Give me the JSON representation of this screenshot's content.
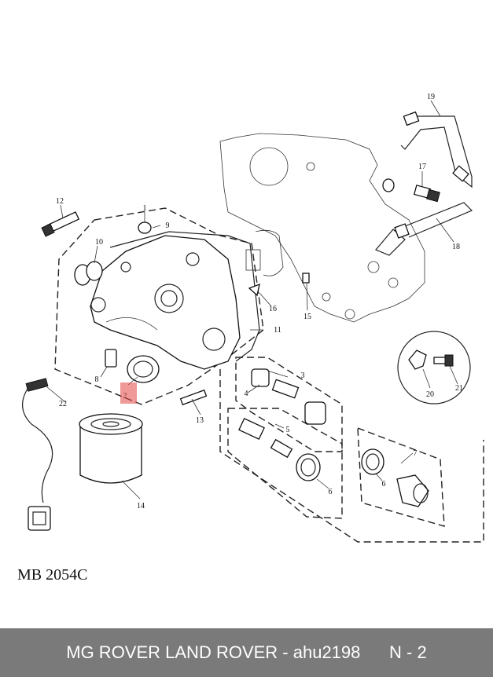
{
  "diagram": {
    "drawing_code": "MB 2054C",
    "callouts": [
      "1",
      "2",
      "3",
      "4",
      "5",
      "6",
      "6",
      "7",
      "8",
      "9",
      "10",
      "11",
      "12",
      "13",
      "14",
      "15",
      "16",
      "17",
      "18",
      "19",
      "20",
      "21",
      "22"
    ]
  },
  "footer": {
    "text": "MG ROVER LAND ROVER - ahu2198      N - 2"
  },
  "highlight": {
    "color": "#e14646",
    "callout": "2"
  }
}
